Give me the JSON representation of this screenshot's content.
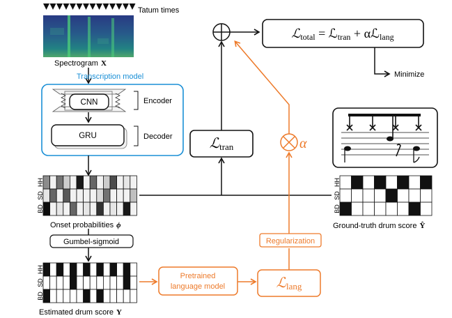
{
  "top": {
    "tatum_label": "Tatum times",
    "spectrogram_label": "Spectrogram",
    "spectrogram_symbol": "X"
  },
  "model": {
    "title": "Transcription model",
    "cnn": "CNN",
    "gru": "GRU",
    "encoder": "Encoder",
    "decoder": "Decoder"
  },
  "onset": {
    "label": "Onset probabilities",
    "symbol": "ϕ",
    "rows": [
      "HH",
      "SD",
      "BD"
    ],
    "grid": [
      [
        0.45,
        0.05,
        0.55,
        0.2,
        0.05,
        0.9,
        0.05,
        0.6,
        0.05,
        0.2,
        0.7,
        0.05,
        0.1,
        0.05
      ],
      [
        0.1,
        0.6,
        0.05,
        0.65,
        0.05,
        0.05,
        0.05,
        0.05,
        0.15,
        0.55,
        0.05,
        0.05,
        0.05,
        0.25
      ],
      [
        0.95,
        0.05,
        0.1,
        0.05,
        0.6,
        0.05,
        0.1,
        0.05,
        0.8,
        0.05,
        0.1,
        0.05,
        0.9,
        0.05
      ]
    ]
  },
  "gumbel": "Gumbel-sigmoid",
  "estimated": {
    "label": "Estimated drum score",
    "symbol": "Y",
    "rows": [
      "HH",
      "SD",
      "BD"
    ],
    "grid": [
      [
        1,
        0,
        1,
        0,
        1,
        0,
        1,
        0,
        1,
        0,
        1,
        0,
        1,
        0
      ],
      [
        0,
        0,
        0,
        0,
        1,
        0,
        0,
        0,
        0,
        0,
        0,
        0,
        1,
        0
      ],
      [
        1,
        0,
        0,
        0,
        0,
        0,
        1,
        0,
        1,
        0,
        0,
        0,
        0,
        0
      ]
    ]
  },
  "ground_truth": {
    "label": "Ground-truth drum score",
    "symbol": "Ŷ",
    "rows": [
      "HH",
      "SD",
      "BD"
    ],
    "grid": [
      [
        0,
        1,
        0,
        1,
        0,
        1,
        0,
        1
      ],
      [
        0,
        0,
        0,
        0,
        1,
        0,
        0,
        0
      ],
      [
        1,
        0,
        0,
        0,
        0,
        0,
        1,
        0
      ]
    ]
  },
  "losses": {
    "tran": "ℒ",
    "tran_sub": "tran",
    "lang": "ℒ",
    "lang_sub": "lang",
    "total_lhs": "ℒ",
    "total_lhs_sub": "total",
    "total_eq": " = ℒ",
    "total_mid_sub": "tran",
    "total_plus": " + αℒ",
    "total_end_sub": "lang",
    "alpha": "α",
    "minimize": "Minimize"
  },
  "orange": {
    "pretrained_line1": "Pretrained",
    "pretrained_line2": "language model",
    "regularization": "Regularization"
  },
  "colors": {
    "blue": "#1a8fd6",
    "orange": "#ed7a2a",
    "black": "#111111"
  }
}
